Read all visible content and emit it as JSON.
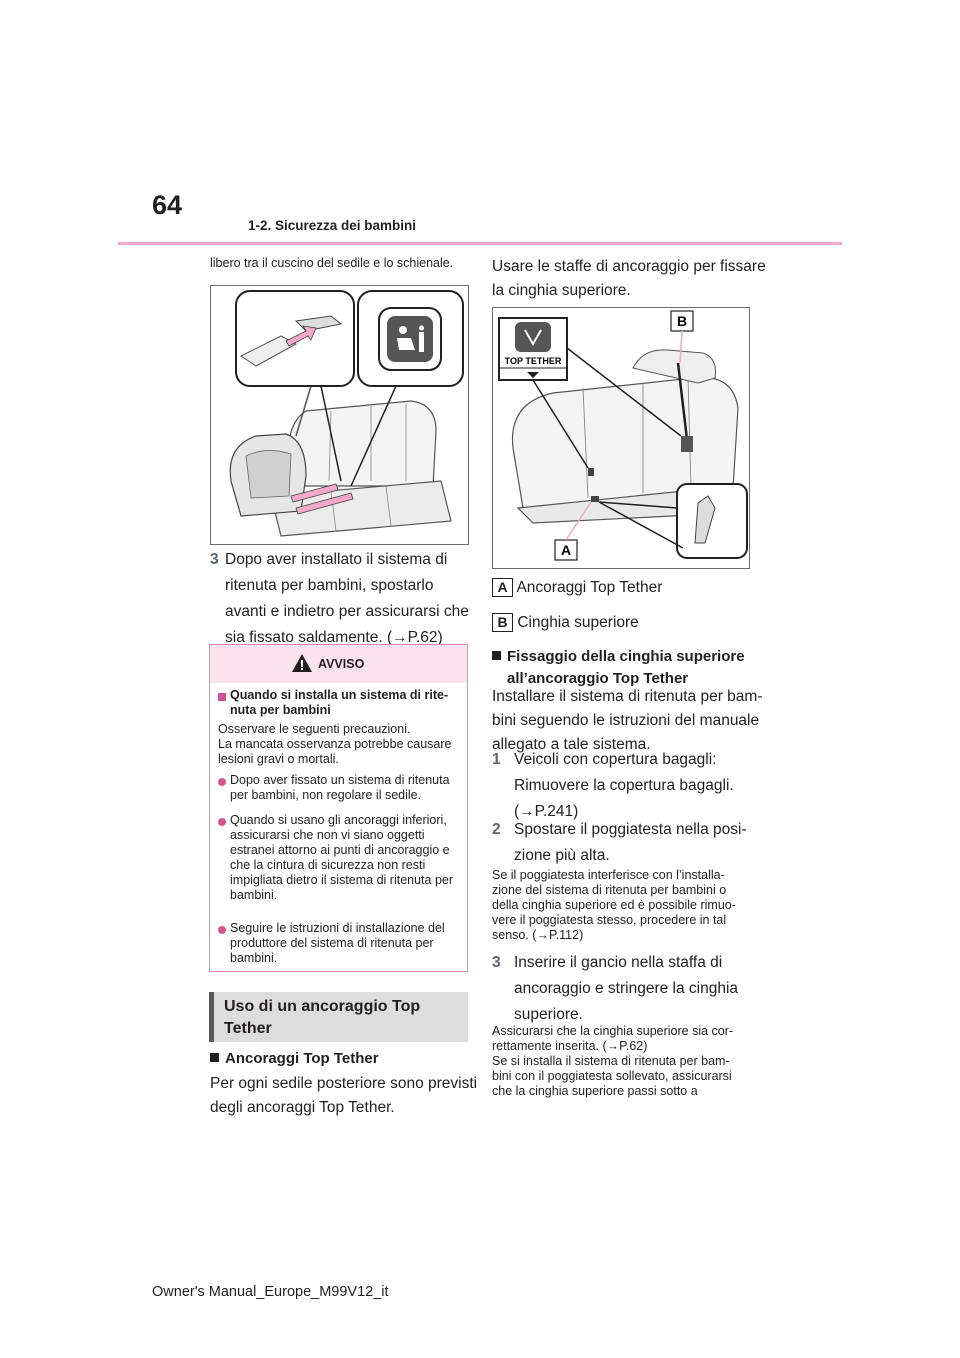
{
  "header": {
    "page_number": "64",
    "section": "1-2. Sicurezza dei bambini"
  },
  "left": {
    "intro": "libero tra il cuscino del sedile e lo schienale.",
    "step3": {
      "num": "3",
      "lines": [
        "Dopo aver installato il sistema di",
        "ritenuta per bambini, spostarlo",
        "avanti e indietro per assicurarsi che",
        "sia fissato saldamente. (→P.62)"
      ]
    },
    "warning": {
      "title": "AVVISO",
      "heading_lines": [
        "Quando si installa un sistema di rite-",
        "nuta per bambini"
      ],
      "lead_lines": [
        "Osservare le seguenti precauzioni.",
        "La mancata osservanza potrebbe causare",
        "lesioni gravi o mortali."
      ],
      "item1": [
        "Dopo aver fissato un sistema di ritenuta",
        "per bambini, non regolare il sedile."
      ],
      "item2": [
        "Quando si usano gli ancoraggi inferiori,",
        "assicurarsi che non vi siano oggetti",
        "estranei attorno ai punti di ancoraggio e",
        "che la cintura di sicurezza non resti",
        "impigliata dietro il sistema di ritenuta per",
        "bambini."
      ],
      "item3": [
        "Seguire le istruzioni di installazione del",
        "produttore del sistema di ritenuta per",
        "bambini."
      ]
    },
    "section_title_lines": [
      "Uso di un ancoraggio Top",
      "Tether"
    ],
    "sub1": "Ancoraggi Top Tether",
    "sub1_text": [
      "Per ogni sedile posteriore sono previsti",
      "degli ancoraggi Top Tether."
    ]
  },
  "right": {
    "intro": [
      "Usare le staffe di ancoraggio per fissare",
      "la cinghia superiore."
    ],
    "figure_labels": {
      "a": "A",
      "b": "B",
      "icon_text": "TOP TETHER"
    },
    "legend_a": "Ancoraggi Top Tether",
    "legend_b": "Cinghia superiore",
    "sub2": [
      "Fissaggio della cinghia superiore",
      "all’ancoraggio Top Tether"
    ],
    "sub2_text": [
      "Installare il sistema di ritenuta per bam-",
      "bini seguendo le istruzioni del manuale",
      "allegato a tale sistema."
    ],
    "step1": {
      "num": "1",
      "lines": [
        "Veicoli con copertura bagagli:",
        "Rimuovere la copertura bagagli.",
        "(→P.241)"
      ]
    },
    "step2": {
      "num": "2",
      "lines": [
        "Spostare il poggiatesta nella posi-",
        "zione più alta."
      ]
    },
    "note2": [
      "Se il poggiatesta interferisce con l’installa-",
      "zione del sistema di ritenuta per bambini o",
      "della cinghia superiore ed è possibile rimuo-",
      "vere il poggiatesta stesso, procedere in tal",
      "senso. (→P.112)"
    ],
    "step3": {
      "num": "3",
      "lines": [
        "Inserire il gancio nella staffa di",
        "ancoraggio e stringere la cinghia",
        "superiore."
      ]
    },
    "note3": [
      "Assicurarsi che la cinghia superiore sia cor-",
      "rettamente inserita. (→P.62)",
      "Se si installa il sistema di ritenuta per bam-",
      "bini con il poggiatesta sollevato, assicurarsi",
      "che la cinghia superiore passi sotto a"
    ]
  },
  "footer": "Owner's Manual_Europe_M99V12_it",
  "colors": {
    "accent_pink": "#f2a9c8",
    "warning_bg": "#fbe3ee",
    "bullet": "#d4519a"
  }
}
